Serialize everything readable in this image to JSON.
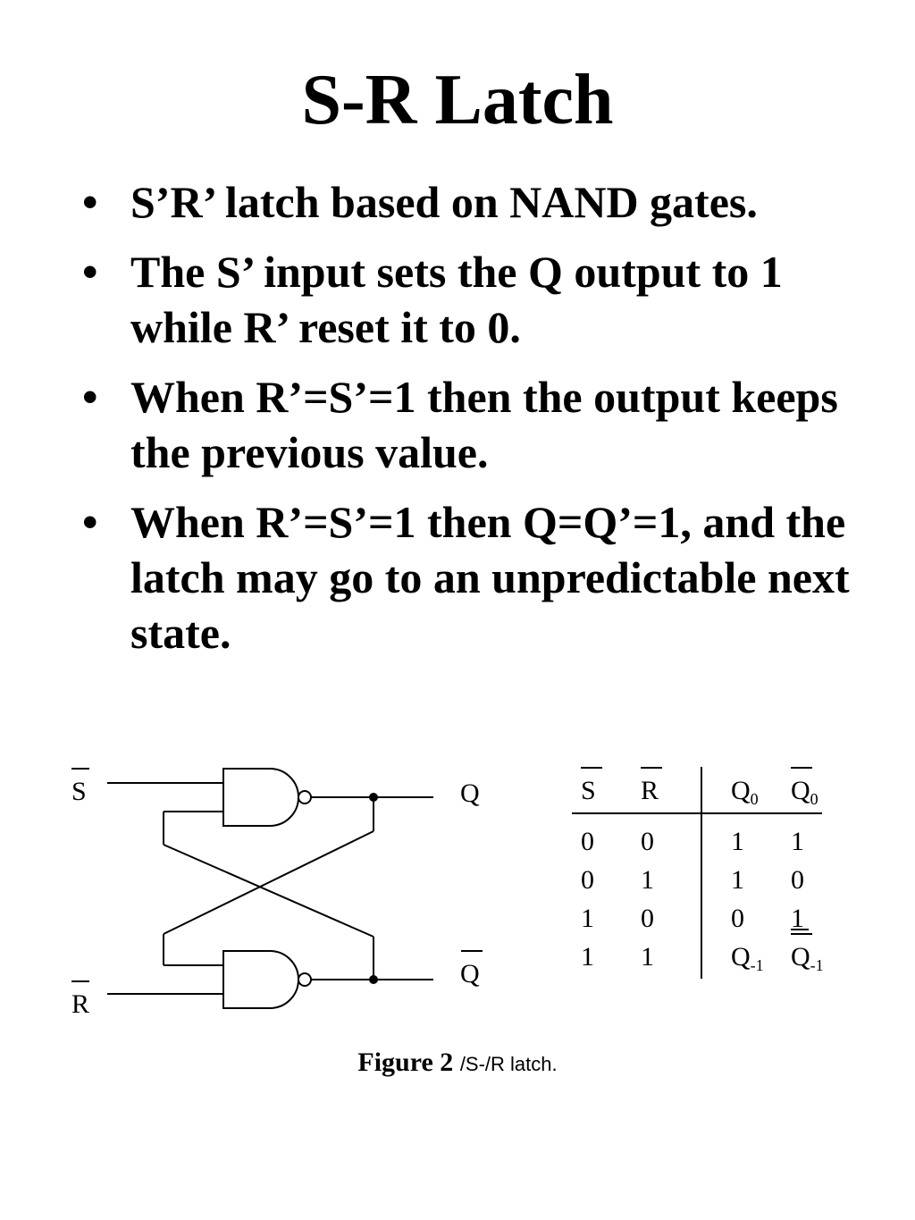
{
  "slide": {
    "title": "S-R Latch",
    "bullets": [
      "S’R’ latch based on NAND gates.",
      "The S’ input sets the Q output to 1 while R’ reset it to 0.",
      "When R’=S’=1 then the output keeps the previous value.",
      "When R’=S’=1 then Q=Q’=1, and the latch may go to an unpredictable next state."
    ]
  },
  "figure": {
    "circuit": {
      "input_top": "S",
      "input_bottom": "R",
      "output_top": "Q",
      "output_bottom": "Q"
    },
    "truth_table": {
      "headers": [
        "S",
        "R",
        "Q",
        "Q"
      ],
      "header_subscripts": [
        "",
        "",
        "0",
        "0"
      ],
      "rows": [
        [
          {
            "t": "0",
            "s": "",
            "o": false
          },
          {
            "t": "0",
            "s": "",
            "o": false
          },
          {
            "t": "1",
            "s": "",
            "o": false
          },
          {
            "t": "1",
            "s": "",
            "o": false
          }
        ],
        [
          {
            "t": "0",
            "s": "",
            "o": false
          },
          {
            "t": "1",
            "s": "",
            "o": false
          },
          {
            "t": "1",
            "s": "",
            "o": false
          },
          {
            "t": "0",
            "s": "",
            "o": false
          }
        ],
        [
          {
            "t": "1",
            "s": "",
            "o": false
          },
          {
            "t": "0",
            "s": "",
            "o": false
          },
          {
            "t": "0",
            "s": "",
            "o": false
          },
          {
            "t": "1",
            "s": "",
            "o": false
          }
        ],
        [
          {
            "t": "1",
            "s": "",
            "o": false
          },
          {
            "t": "1",
            "s": "",
            "o": false
          },
          {
            "t": "Q",
            "s": "-1",
            "o": false
          },
          {
            "t": "Q",
            "s": "-1",
            "o": true
          }
        ]
      ]
    },
    "caption_label": "Figure 2",
    "caption_text": "/S-/R latch."
  }
}
